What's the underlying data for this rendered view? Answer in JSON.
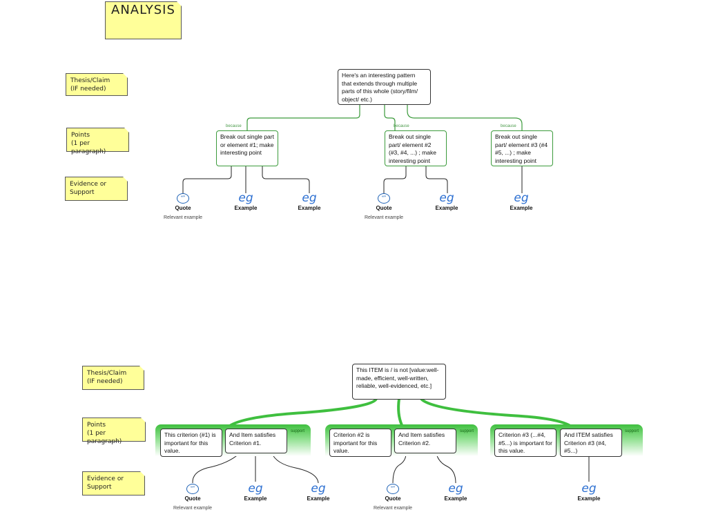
{
  "title": "ANALYSIS",
  "side_labels": {
    "thesis": "Thesis/Claim\n(IF needed)",
    "points": "Points\n(1 per paragraph)",
    "evidence": "Evidence or\nSupport"
  },
  "top": {
    "root": "Here's an interesting pattern that extends through multiple parts of this whole (story/film/ object/ etc.)",
    "connector": "because",
    "points": [
      "Break out  single part or element #1; make interesting point",
      "Break out single part/ element #2 (#3, #4, ...) ; make interesting point",
      "Break out single part/ element #3 (#4 #5, ...) ; make interesting point"
    ]
  },
  "bottom": {
    "root": "This ITEM is / is not [value:well-made, efficient, well-written, reliable, well-evidenced,  etc.]",
    "support_label": "support",
    "criteria": [
      "This criterion (#1) is important for this value.",
      "Criterion #2 is important for this value.",
      "Criterion #3 (...#4, #5...) is important for this value."
    ],
    "satisfies": [
      "And Item satisfies Criterion #1.",
      "And Item satisfies Criterion #2.",
      "And ITEM satisfies Criterion #3 (#4, #5...)"
    ]
  },
  "evidence": {
    "quote": "Quote",
    "example": "Example",
    "relevant": "Relevant example",
    "eg_glyph": "eg",
    "quote_glyph": "“”"
  },
  "colors": {
    "note": "#ffff99",
    "link_green": "#3a9a3a",
    "band_green": "#3fbf3f",
    "icon_blue": "#1a5fb4"
  }
}
